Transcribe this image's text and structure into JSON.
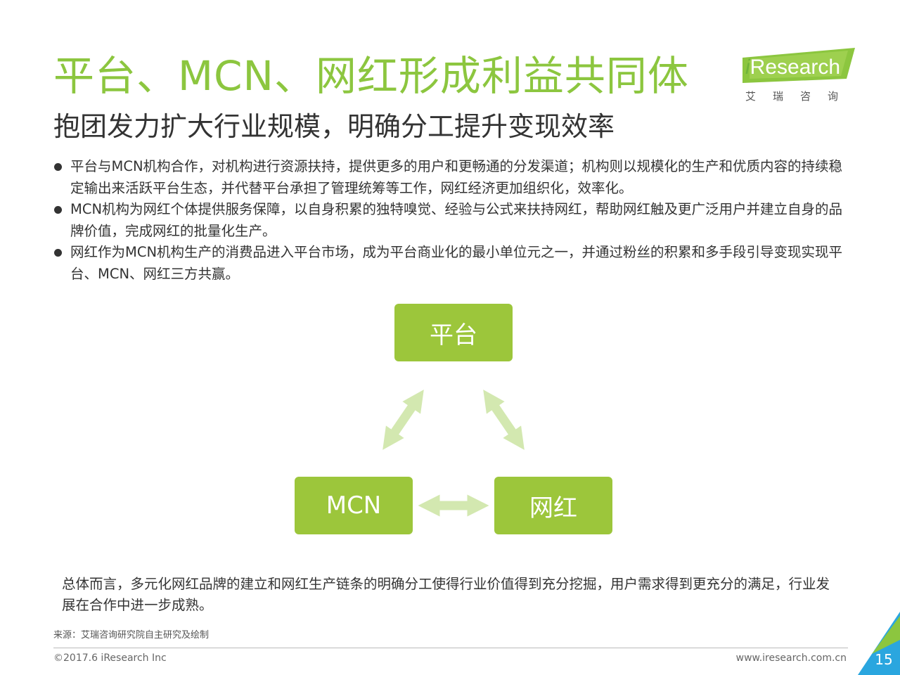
{
  "slide": {
    "title": "平台、MCN、网红形成利益共同体",
    "subtitle": "抱团发力扩大行业规模，明确分工提升变现效率"
  },
  "logo": {
    "name": "iResearch",
    "i_letter": "i",
    "rest": "Research",
    "cn": "艾瑞咨询"
  },
  "bullets": [
    "平台与MCN机构合作，对机构进行资源扶持，提供更多的用户和更畅通的分发渠道；机构则以规模化的生产和优质内容的持续稳定输出来活跃平台生态，并代替平台承担了管理统筹等工作，网红经济更加组织化，效率化。",
    "MCN机构为网红个体提供服务保障，以自身积累的独特嗅觉、经验与公式来扶持网红，帮助网红触及更广泛用户并建立自身的品牌价值，完成网红的批量化生产。",
    "网红作为MCN机构生产的消费品进入平台市场，成为平台商业化的最小单位元之一，并通过粉丝的积累和多手段引导变现实现平台、MCN、网红三方共赢。"
  ],
  "diagram": {
    "nodes": {
      "platform": "平台",
      "mcn": "MCN",
      "wanghong": "网红"
    },
    "colors": {
      "node": "#9cc63b",
      "arrow": "#d3e8b0"
    }
  },
  "summary": "总体而言，多元化网红品牌的建立和网红生产链条的明确分工使得行业价值得到充分挖掘，用户需求得到更充分的满足，行业发展在合作中进一步成熟。",
  "footer": {
    "source": "来源：艾瑞咨询研究院自主研究及绘制",
    "copyright": "©2017.6 iResearch Inc",
    "website": "www.iresearch.com.cn",
    "page_number": "15"
  },
  "colors": {
    "accent": "#8cc63f",
    "corner": "#2aa6df"
  }
}
